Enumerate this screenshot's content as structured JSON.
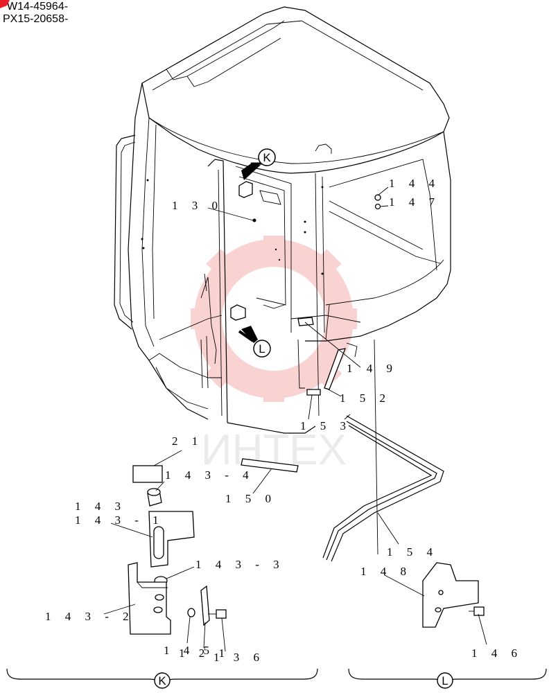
{
  "header": {
    "serial_1": "W14-45964-",
    "serial_2": "PX15-20658-"
  },
  "watermark": {
    "text": "ИНТЕХ",
    "color": "#f08080"
  },
  "callouts": {
    "k": "K",
    "l": "L"
  },
  "labels": {
    "p130": "1 3 0",
    "p144": "1 4 4",
    "p147": "1 4 7",
    "p149": "1 4 9",
    "p152": "1 5 2",
    "p153": "1 5 3",
    "p150": "1 5 0",
    "p154": "1 5 4",
    "p21": "2 1",
    "p143_4": "1 4 3 - 4",
    "p143": "1 4 3",
    "p143_1": "1 4 3 - 1",
    "p143_3": "1 4 3 - 3",
    "p143_2": "1 4 3 - 2",
    "p145": "1 4 5",
    "p121": "1 2 1",
    "p136": "1 3 6",
    "p148": "1 4 8",
    "p146": "1 4 6"
  },
  "groups": {
    "k": "K",
    "l": "L"
  }
}
